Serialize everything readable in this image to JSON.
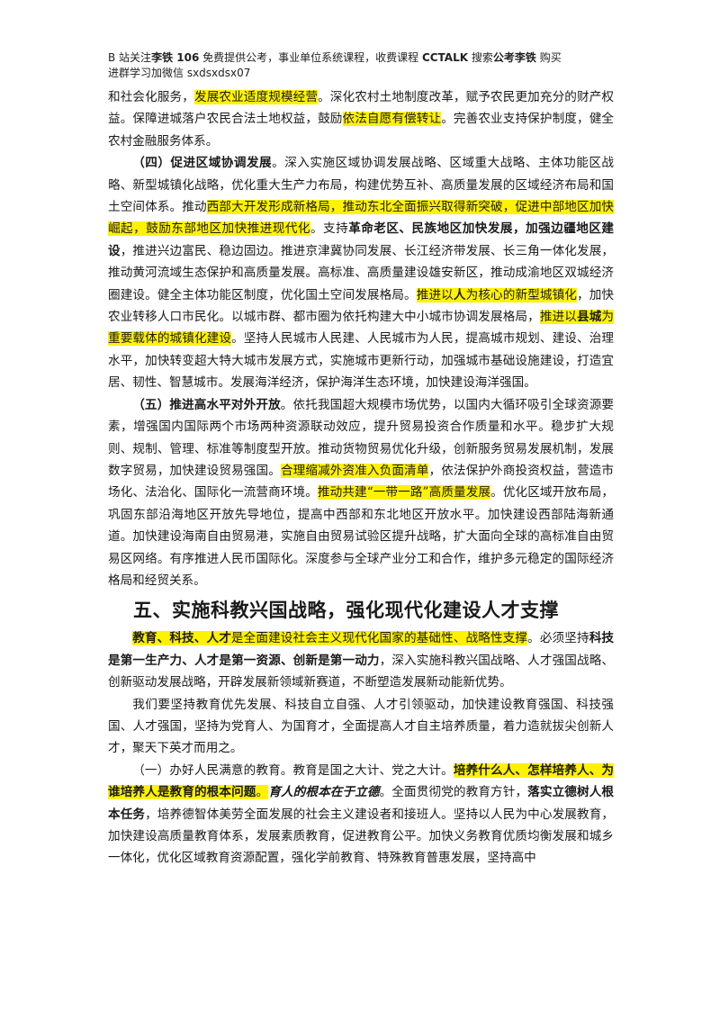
{
  "header": {
    "parts": [
      {
        "t": "B 站关注",
        "b": false
      },
      {
        "t": "李铁 106",
        "b": true
      },
      {
        "t": " 免费提供公考，事业单位系统课程，收费课程 ",
        "b": false
      },
      {
        "t": "CCTALK",
        "b": true
      },
      {
        "t": " 搜索",
        "b": false
      },
      {
        "t": "公考李铁",
        "b": true
      },
      {
        "t": " 购买",
        "b": false
      }
    ],
    "line2": "进群学习加微信 sxdsxdsx07"
  },
  "paragraphs": [
    {
      "indent": false,
      "segs": [
        {
          "t": "和社会化服务，"
        },
        {
          "t": "发展农业适度规模经营",
          "hl": true
        },
        {
          "t": "。深化农村土地制度改革，赋予农民更加充分的财产权益。保障进城落户农民合法土地权益，鼓励"
        },
        {
          "t": "依法自愿有偿转让",
          "hl": true
        },
        {
          "t": "。完善农业支持保护制度，健全农村金融服务体系。"
        }
      ]
    },
    {
      "indent": true,
      "segs": [
        {
          "t": "（四）促进区域协调发展",
          "b": true
        },
        {
          "t": "。深入实施区域协调发展战略、区域重大战略、主体功能区战略、新型城镇化战略，优化重大生产力布局，构建优势互补、高质量发展的区域经济布局和国土空间体系。推动"
        },
        {
          "t": "西部大开发形成新格局，推动东北全面振兴取得新突破，促进中部地区加快崛起，鼓励东部地区加快推进现代化",
          "hl": true
        },
        {
          "t": "。支持"
        },
        {
          "t": "革命老区、民族地区加快发展，加强边疆地区建设",
          "b": true
        },
        {
          "t": "，推进兴边富民、稳边固边。推进京津冀协同发展、长江经济带发展、长三角一体化发展，推动黄河流域生态保护和高质量发展。高标准、高质量建设雄安新区，推动成渝地区双城经济圈建设。健全主体功能区制度，优化国土空间发展格局。"
        },
        {
          "t": "推进以",
          "hl": true
        },
        {
          "t": "人",
          "hl": true,
          "b": true
        },
        {
          "t": "为核心的新型城镇化",
          "hl": true
        },
        {
          "t": "，加快农业转移人口市民化。以城市群、都市圈为依托构建大中小城市协调发展格局，"
        },
        {
          "t": "推进以",
          "hl": true
        },
        {
          "t": "县城",
          "hl": true,
          "b": true
        },
        {
          "t": "为重要载体的城镇化建设",
          "hl": true
        },
        {
          "t": "。坚持人民城市人民建、人民城市为人民，提高城市规划、建设、治理水平，加快转变超大特大城市发展方式，实施城市更新行动，加强城市基础设施建设，打造宜居、韧性、智慧城市。发展海洋经济，保护海洋生态环境，加快建设海洋强国。"
        }
      ]
    },
    {
      "indent": true,
      "segs": [
        {
          "t": "（五）推进高水平对外开放",
          "b": true
        },
        {
          "t": "。依托我国超大规模市场优势，以国内大循环吸引全球资源要素，增强国内国际两个市场两种资源联动效应，提升贸易投资合作质量和水平。稳步扩大规则、规制、管理、标准等制度型开放。推动货物贸易优化升级，创新服务贸易发展机制，发展数字贸易，加快建设贸易强国。"
        },
        {
          "t": "合理缩减外资准入负面清单",
          "hl": true
        },
        {
          "t": "，依法保护外商投资权益，营造市场化、法治化、国际化一流营商环境。"
        },
        {
          "t": "推动共建“一带一路”高质量发展",
          "hl": true
        },
        {
          "t": "。优化区域开放布局，巩固东部沿海地区开放先导地位，提高中西部和东北地区开放水平。加快建设西部陆海新通道。加快建设海南自由贸易港，实施自由贸易试验区提升战略，扩大面向全球的高标准自由贸易区网络。有序推进人民币国际化。深度参与全球产业分工和合作，维护多元稳定的国际经济格局和经贸关系。"
        }
      ]
    }
  ],
  "heading": "五、实施科教兴国战略，强化现代化建设人才支撑",
  "paragraphs2": [
    {
      "indent": true,
      "segs": [
        {
          "t": "教育、科技、人才",
          "hl": true,
          "b": true
        },
        {
          "t": "是全面建设社会主义现代化国家的基础性、战略性支撑",
          "hl": true
        },
        {
          "t": "。必须坚持"
        },
        {
          "t": "科技是第一生产力、人才是第一资源、创新是第一动力",
          "b": true
        },
        {
          "t": "，深入实施科教兴国战略、人才强国战略、创新驱动发展战略，开辟发展新领域新赛道，不断塑造发展新动能新优势。"
        }
      ]
    },
    {
      "indent": true,
      "segs": [
        {
          "t": "我们要坚持教育优先发展、科技自立自强、人才引领驱动，加快建设教育强国、科技强国、人才强国，坚持为党育人、为国育才，全面提高人才自主培养质量，着力造就拔尖创新人才，聚天下英才而用之。"
        }
      ]
    },
    {
      "indent": true,
      "segs": [
        {
          "t": "（一）办好人民满意的教育。教育是国之大计、党之大计。"
        },
        {
          "t": "培养什么人、怎样培养人、为谁培养人是教育的根本问题",
          "hl": true,
          "b": true
        },
        {
          "t": "。",
          "hl": true
        },
        {
          "t": "育人的根本在于立德",
          "bi": true
        },
        {
          "t": "。全面贯彻党的教育方针，"
        },
        {
          "t": "落实立德树人根本任务",
          "b": true
        },
        {
          "t": "，培养德智体美劳全面发展的社会主义建设者和接班人。坚持以人民为中心发展教育，加快建设高质量教育体系，发展素质教育，促进教育公平。加快义务教育优质均衡发展和城乡一体化，优化区域教育资源配置，强化学前教育、特殊教育普惠发展，坚持高中"
        }
      ]
    }
  ]
}
